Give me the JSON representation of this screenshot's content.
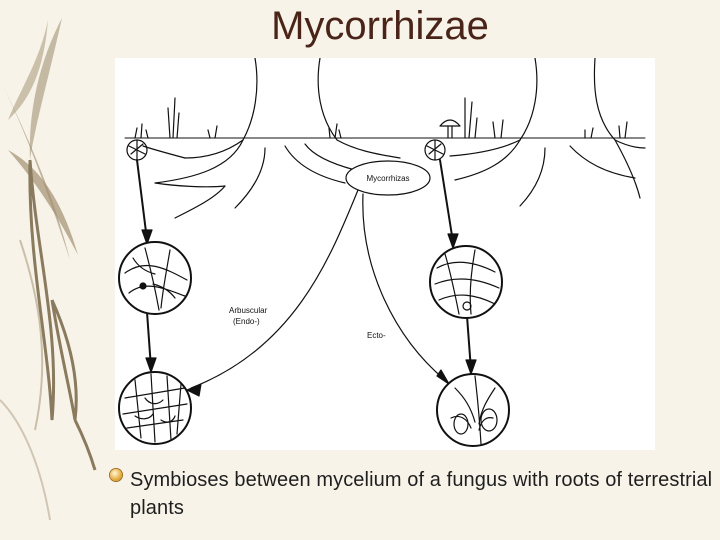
{
  "slide": {
    "title": "Mycorrhizae",
    "bullet": "Symbioses between mycelium of a fungus with roots of terrestrial plants"
  },
  "diagram": {
    "center_label": "Mycorrhizas",
    "arbuscular_label_line1": "Arbuscular",
    "arbuscular_label_line2": "(Endo-)",
    "ecto_label": "Ecto-"
  },
  "colors": {
    "title": "#4a2418",
    "background": "#f7f3e9",
    "bullet": "#e7b44a",
    "leaf": "#8a7a5e"
  }
}
